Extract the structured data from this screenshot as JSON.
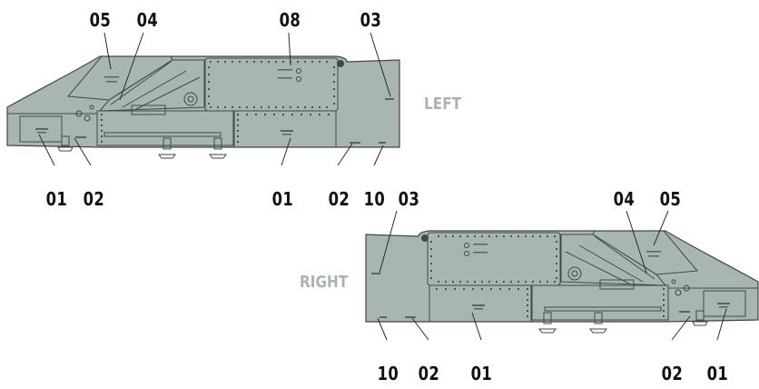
{
  "colors": {
    "panel_fill": "#a9b5b1",
    "panel_stroke": "#3f4a47",
    "rivet": "#3f4a47",
    "callout_text": "#111111",
    "side_label": "#a9b4b2"
  },
  "side_labels": {
    "left": "LEFT",
    "right": "RIGHT"
  },
  "callouts": {
    "left_top": [
      "05",
      "04",
      "08",
      "03"
    ],
    "left_bottom": [
      "01",
      "02",
      "01",
      "02",
      "10"
    ],
    "right_top": [
      "03",
      "04",
      "05"
    ],
    "right_bottom": [
      "10",
      "02",
      "01",
      "02",
      "01"
    ]
  }
}
